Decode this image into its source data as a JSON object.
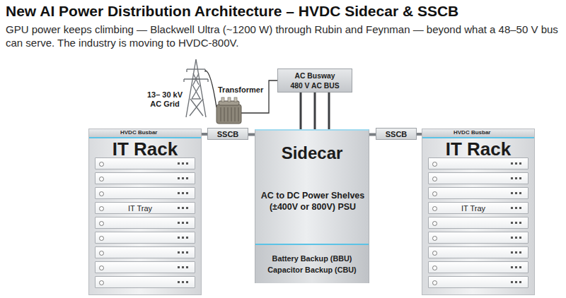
{
  "diagram": {
    "title": "New AI Power Distribution Architecture – HVDC Sidecar & SSCB",
    "caption": "GPU power keeps climbing — Blackwell Ultra (~1200 W) through Rubin and Feynman — beyond what a 48–50 V bus can serve. The industry is moving to HVDC-800V.",
    "nodes": [
      {
        "text": [
          "HVDC Busbar",
          "IT Rack"
        ]
      },
      {
        "text": [
          "IT Tray"
        ],
        "in": 0
      },
      {
        "text": [
          "SSCB"
        ]
      },
      {
        "text": [
          "AC Busway",
          "480 V AC BUS"
        ]
      },
      {
        "text": [
          "Sidecar",
          "AC to DC Power Shelves (±400V or 800V) PSU"
        ]
      },
      {
        "text": [
          "Battery Backup (BBU)",
          "Capacitor Backup (CBU)"
        ],
        "in": 4
      },
      {
        "text": [
          "SSCB"
        ]
      },
      {
        "text": [
          "HVDC Busbar",
          "IT Rack"
        ]
      },
      {
        "text": [
          "IT Tray"
        ],
        "in": 7
      }
    ],
    "edges": [
      {
        "from": 0,
        "to": 2,
        "arrow": "none"
      },
      {
        "from": 2,
        "to": 4,
        "arrow": "none"
      },
      {
        "from": 3,
        "to": 4,
        "arrow": "none"
      },
      {
        "from": 4,
        "to": 6,
        "arrow": "none"
      },
      {
        "from": 6,
        "to": 7,
        "arrow": "none"
      }
    ],
    "labels": [
      "13– 30 kV AC Grid",
      "Transformer"
    ]
  }
}
